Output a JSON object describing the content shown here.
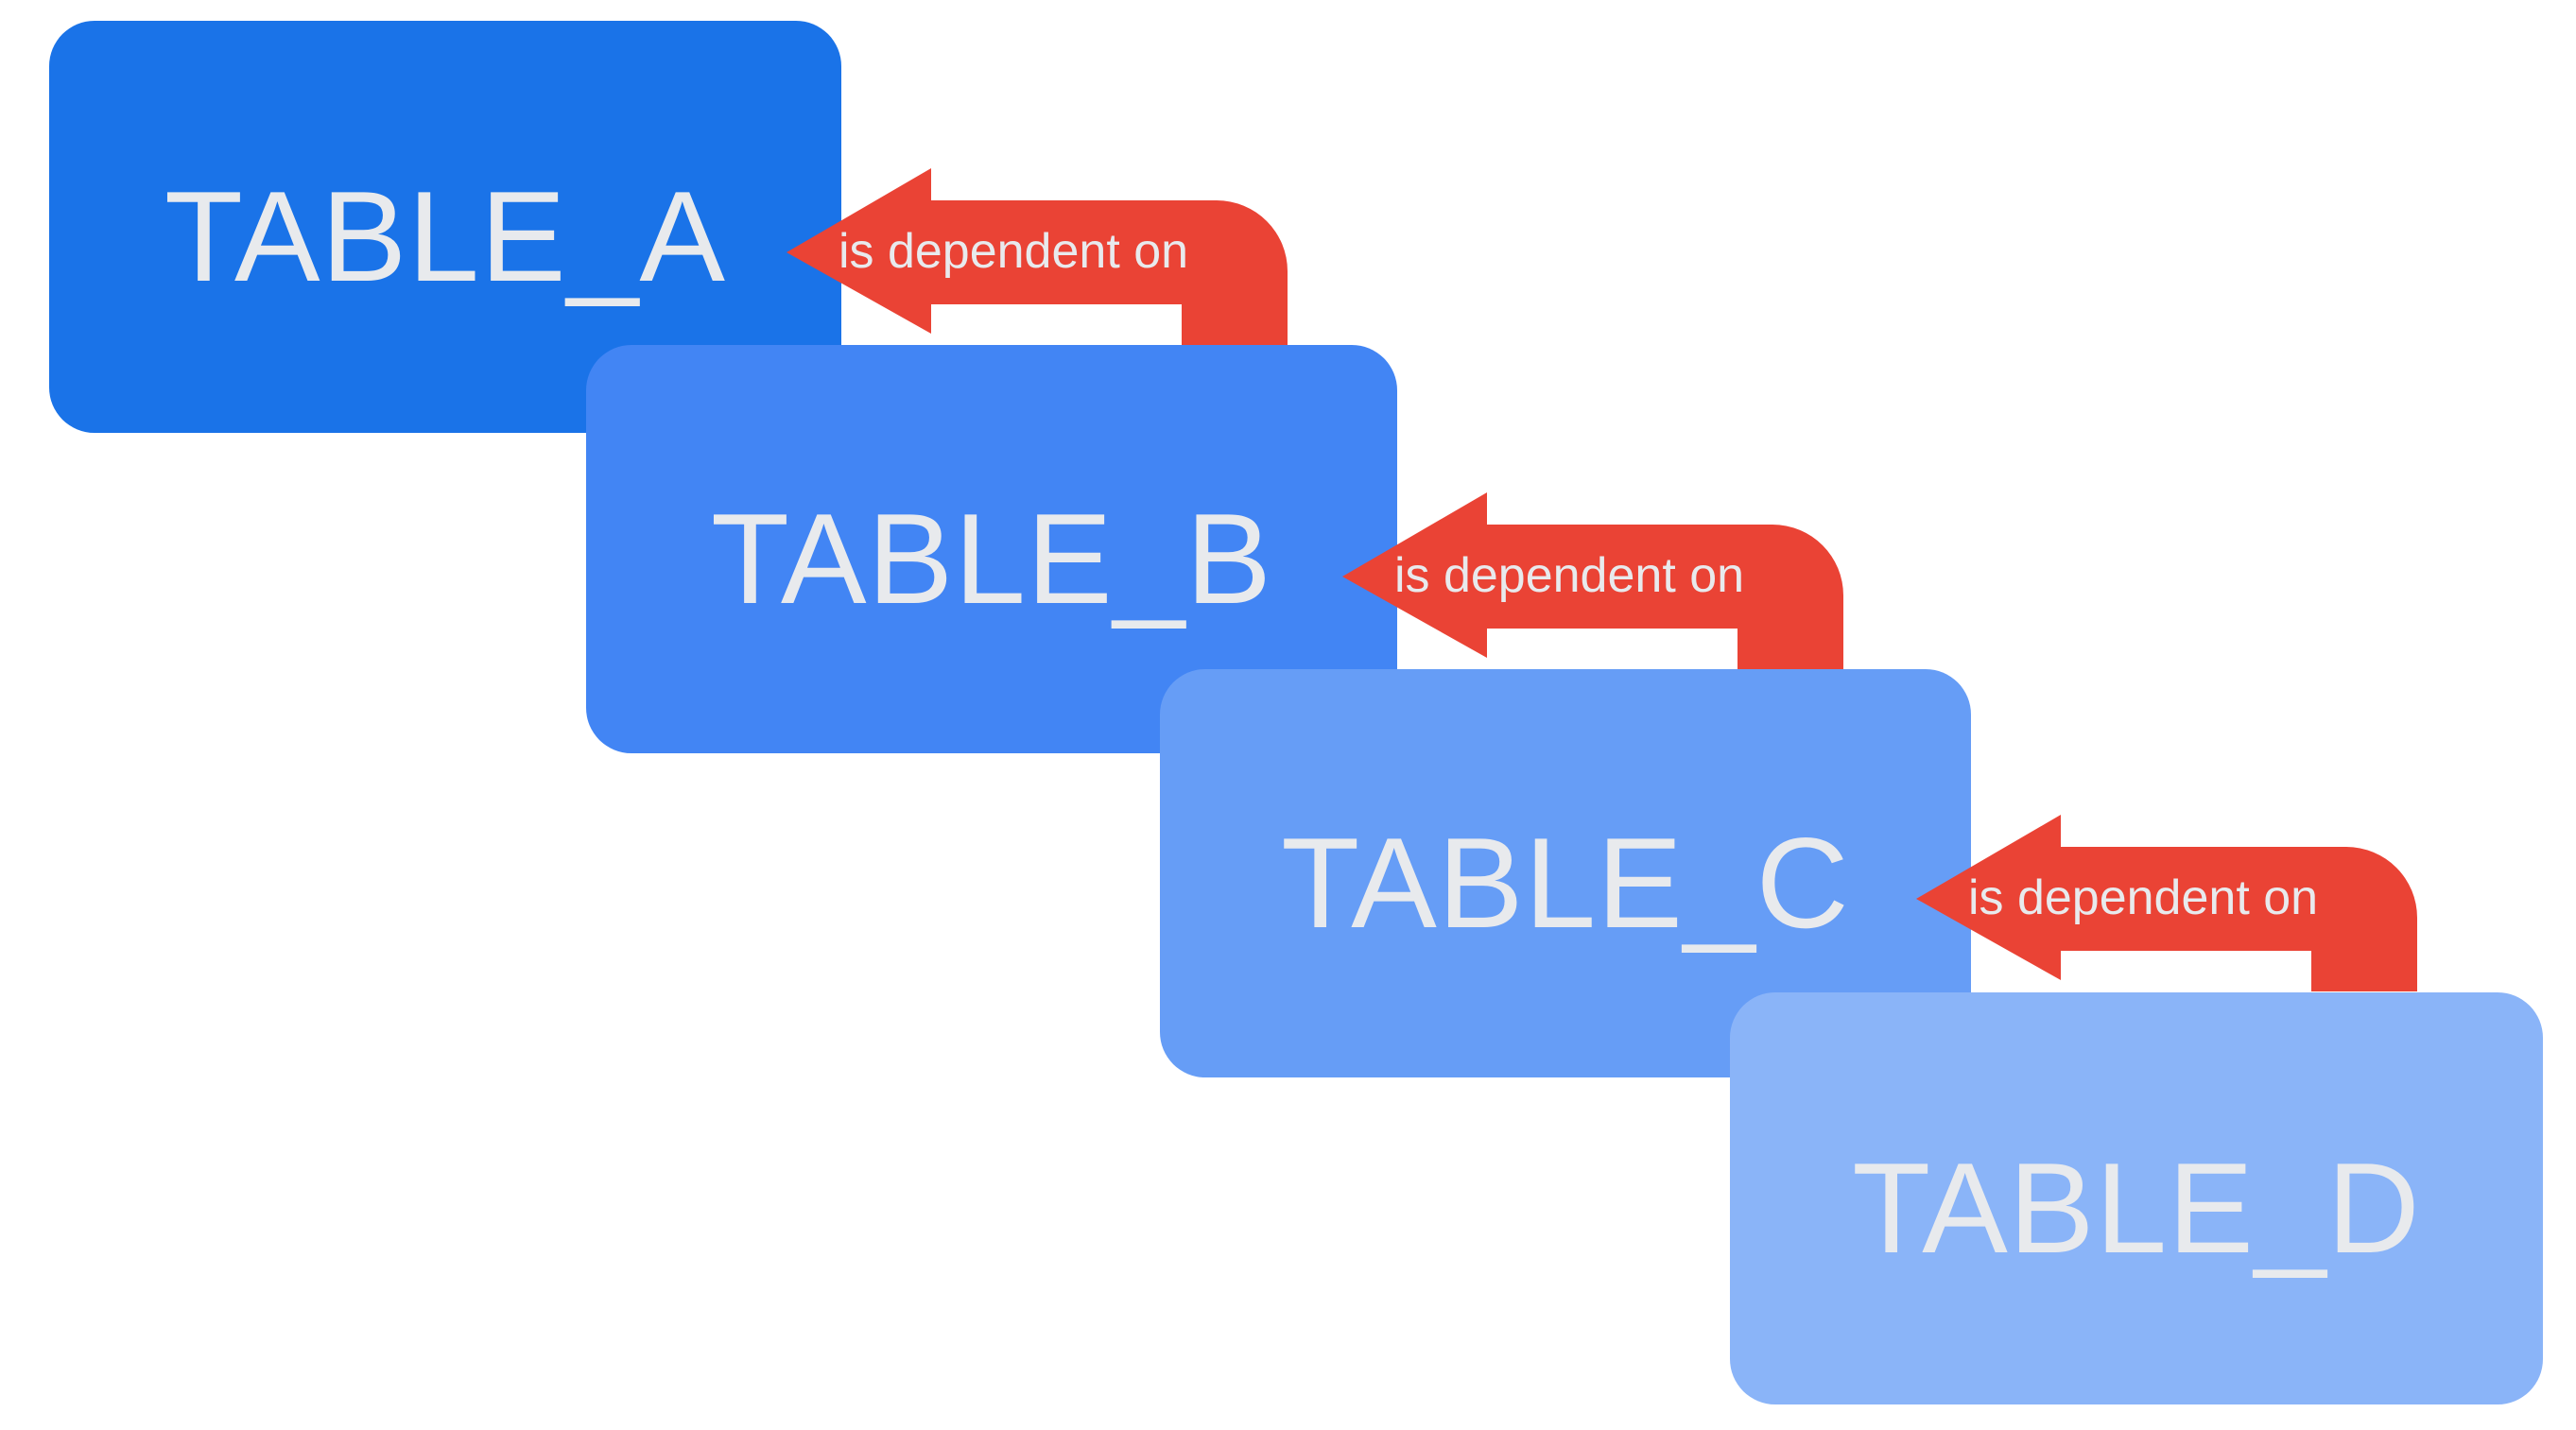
{
  "diagram": {
    "background_color": "#ffffff",
    "arrow_color": "#ea4335",
    "label_color": "#e8eaed",
    "tables": [
      {
        "name": "TABLE_A",
        "color": "#1a73e8"
      },
      {
        "name": "TABLE_B",
        "color": "#4285f4"
      },
      {
        "name": "TABLE_C",
        "color": "#669df6"
      },
      {
        "name": "TABLE_D",
        "color": "#8ab4f8"
      }
    ],
    "dependencies": [
      {
        "from": "TABLE_B",
        "to": "TABLE_A",
        "label": "is dependent on"
      },
      {
        "from": "TABLE_C",
        "to": "TABLE_B",
        "label": "is dependent on"
      },
      {
        "from": "TABLE_D",
        "to": "TABLE_C",
        "label": "is dependent on"
      }
    ]
  }
}
